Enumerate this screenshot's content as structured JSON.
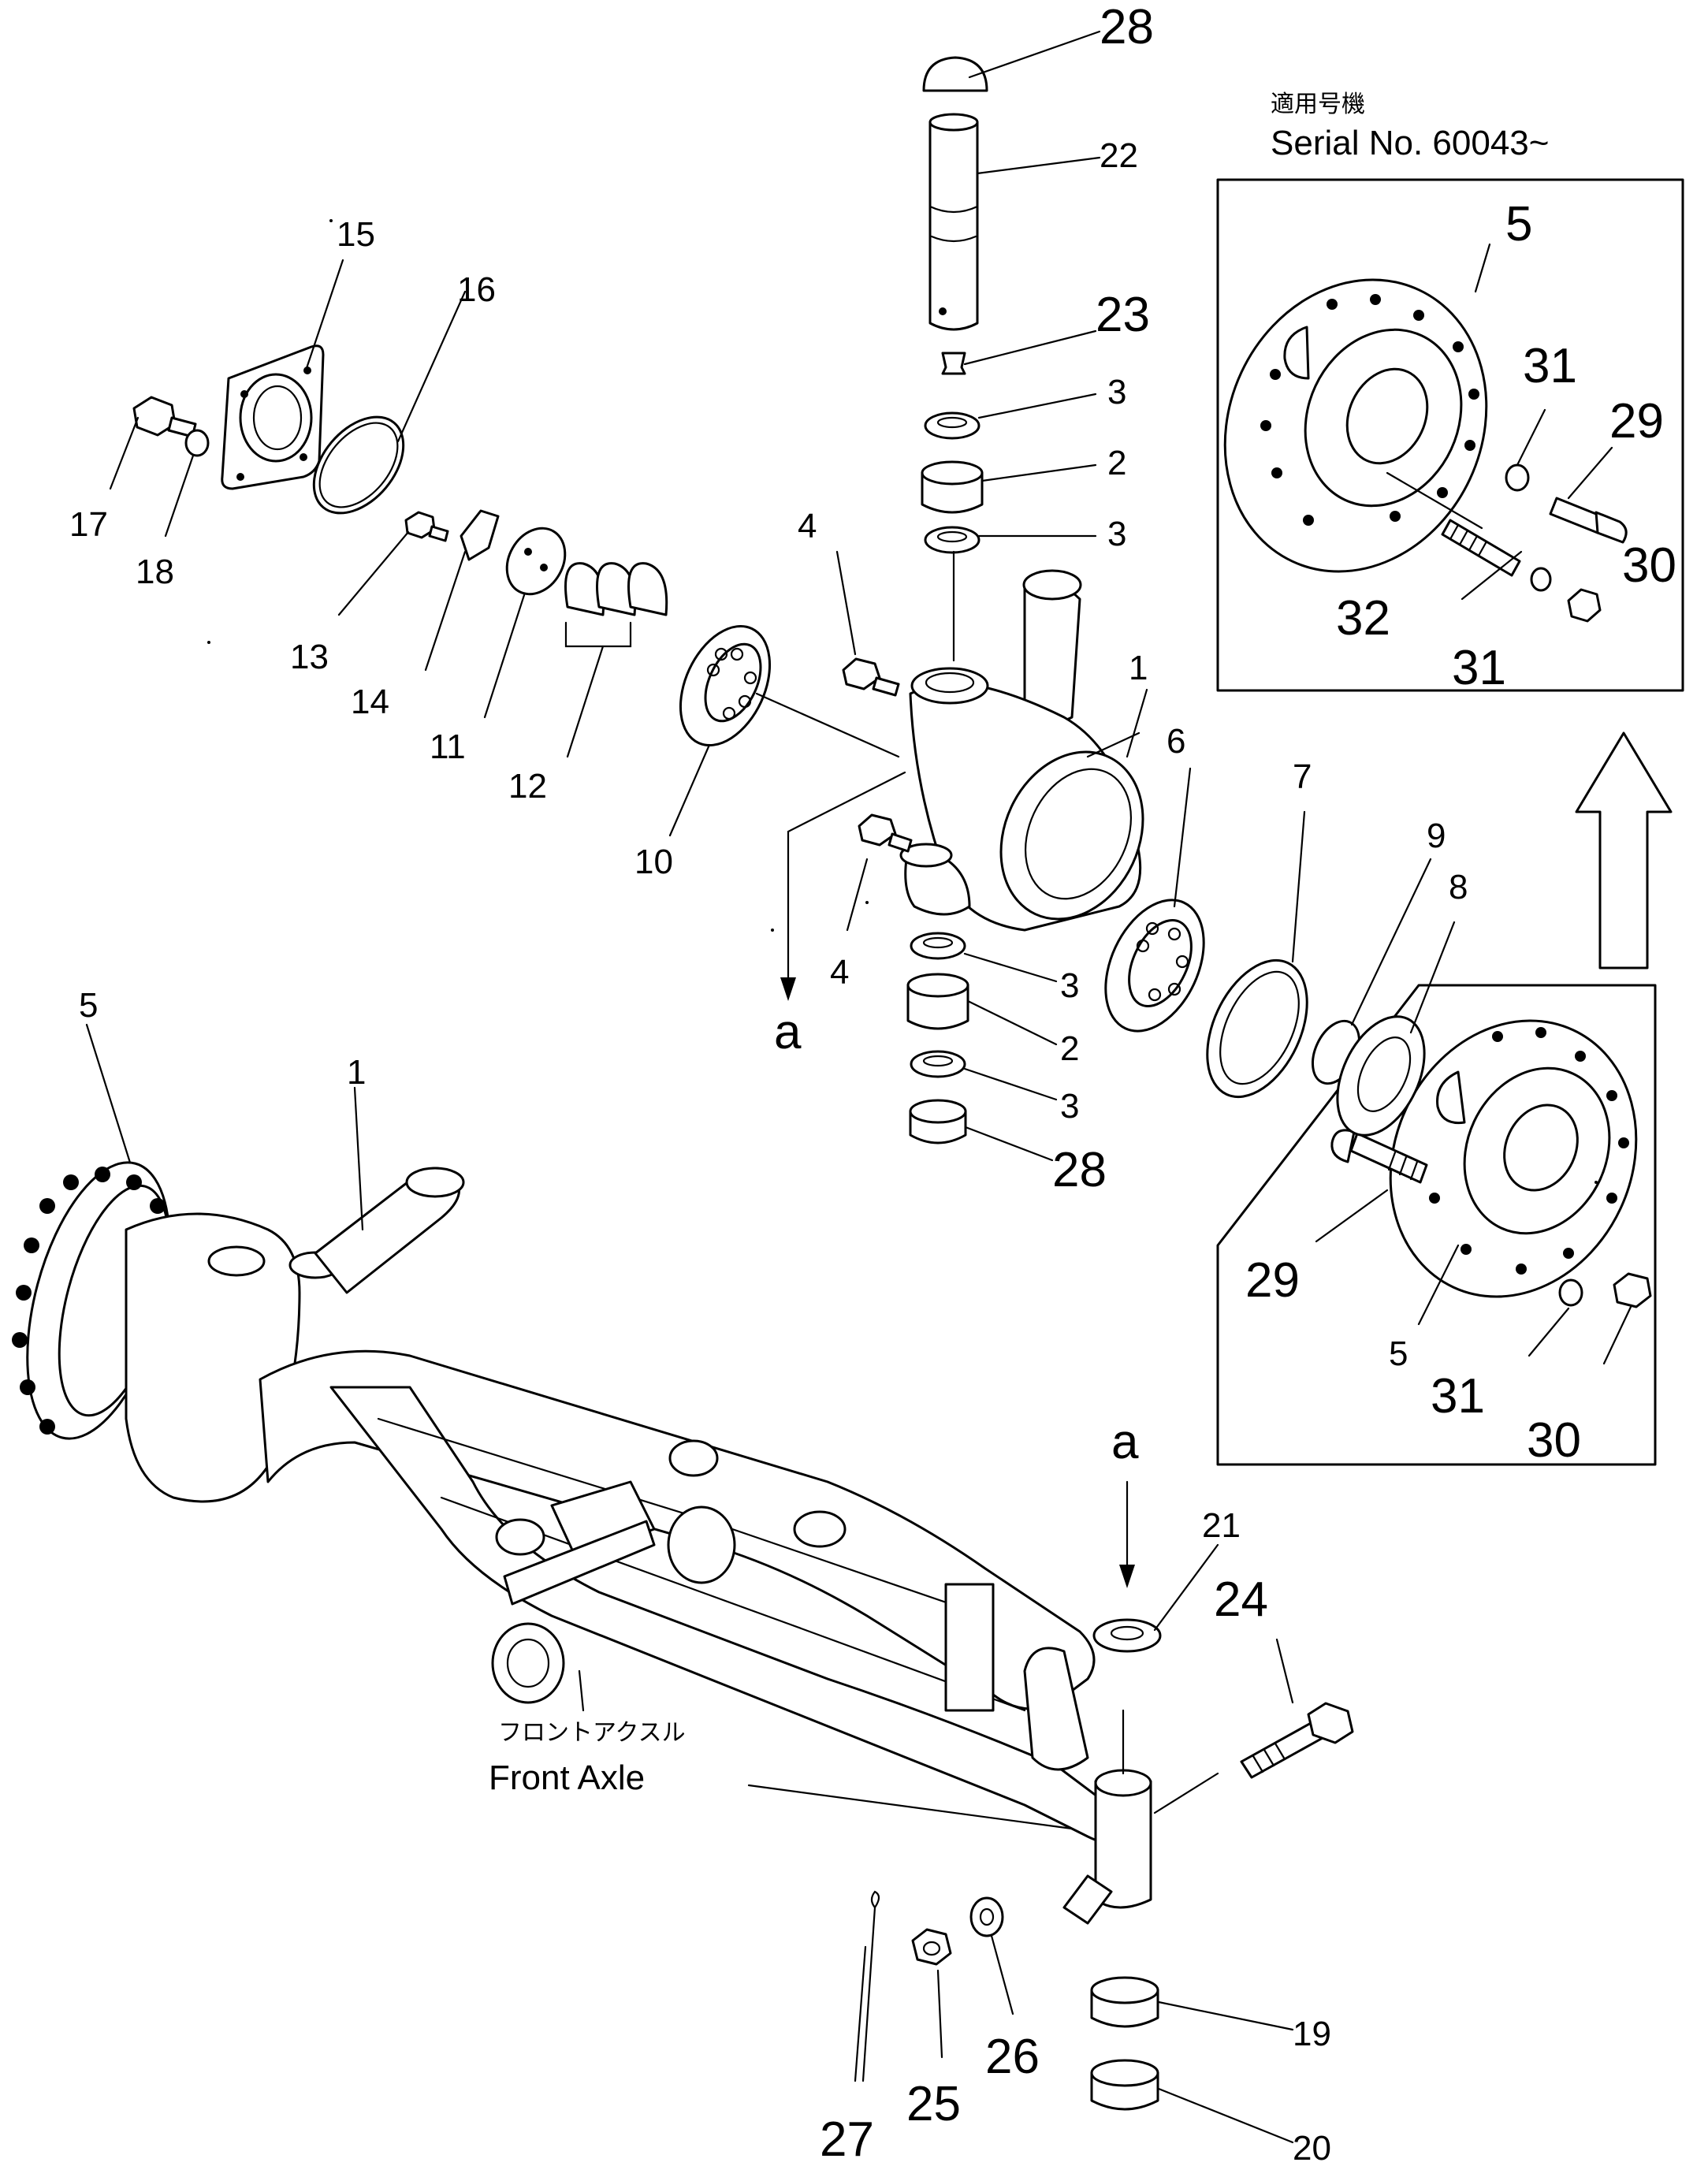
{
  "inset": {
    "title_jp": "適用号機",
    "serial": "Serial  No.  60043~"
  },
  "caption": {
    "jp": "フロントアクスル",
    "en": "Front  Axle"
  },
  "arrow_label": "a",
  "callouts": {
    "c28_top": "28",
    "c22": "22",
    "c23": "23",
    "c3_a": "3",
    "c2_a": "2",
    "c3_b": "3",
    "c15": "15",
    "c16": "16",
    "c17": "17",
    "c18": "18",
    "c13": "13",
    "c14": "14",
    "c11": "11",
    "c12": "12",
    "c10": "10",
    "c4_top": "4",
    "c4_bottom": "4",
    "c1_top": "1",
    "c6": "6",
    "c7": "7",
    "c9": "9",
    "c8": "8",
    "c3_c": "3",
    "c2_b": "2",
    "c3_d": "3",
    "c28_bottom": "28",
    "c5_inset": "5",
    "c31_a": "31",
    "c29_inset": "29",
    "c30_inset": "30",
    "c32": "32",
    "c31_b": "31",
    "c5_left": "5",
    "c1_left": "1",
    "c29_lower": "29",
    "c5_lower": "5",
    "c31_lower": "31",
    "c30_lower": "30",
    "c21": "21",
    "c24": "24",
    "c19": "19",
    "c20": "20",
    "c27": "27",
    "c25": "25",
    "c26": "26",
    "a_top": "a",
    "a_bottom": "a"
  }
}
